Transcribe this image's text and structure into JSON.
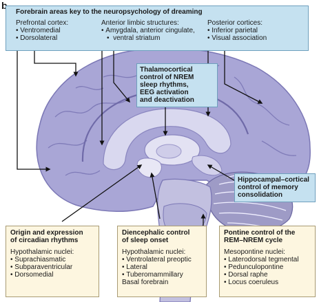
{
  "panel_letter": "b",
  "header": {
    "title": "Forebrain areas key to the neuropsychology of dreaming",
    "prefrontal": {
      "label": "Prefrontal cortex:",
      "items": [
        "Ventromedial",
        "Dorsolateral"
      ]
    },
    "limbic": {
      "label": "Anterior limbic structures:",
      "items": [
        "Amygdala, anterior cingulate,",
        "ventral striatum"
      ]
    },
    "posterior": {
      "label": "Posterior cortices:",
      "items": [
        "Inferior parietal",
        "Visual association"
      ]
    }
  },
  "thalamocortical": {
    "lines": [
      "Thalamocortical",
      "control of NREM",
      "sleep rhythms,",
      "EEG activation",
      "and deactivation"
    ]
  },
  "hippocampal": {
    "lines": [
      "Hippocampal–cortical",
      "control of memory",
      "consolidation"
    ]
  },
  "circadian": {
    "title": [
      "Origin and expression",
      "of circadian rhythms"
    ],
    "subtitle": "Hypothalamic nuclei:",
    "items": [
      "Suprachiasmatic",
      "Subparaventricular",
      "Dorsomedial"
    ]
  },
  "diencephalic": {
    "title": [
      "Diencephalic control",
      "of sleep onset"
    ],
    "subtitle": "Hypothalamic nuclei:",
    "items": [
      "Ventrolateral preoptic",
      "Lateral",
      "Tuberomammillary"
    ],
    "extra": "Basal forebrain"
  },
  "pontine": {
    "title": [
      "Pontine control of the",
      "REM–NREM cycle"
    ],
    "subtitle": "Mesopontine nuclei:",
    "items": [
      "Laterodorsal tegmental",
      "Pedunculopontine",
      "Dorsal raphe",
      "Locus coeruleus"
    ]
  },
  "colors": {
    "cortex": "#a9a6d6",
    "gyrus_line": "#7b77b5",
    "deep_structure": "#d9d8ef",
    "cerebellum": "#9e9bc6",
    "brainstem": "#c2c0e0",
    "header_box": "#c5e1f0",
    "label_box": "#fdf6e0"
  }
}
